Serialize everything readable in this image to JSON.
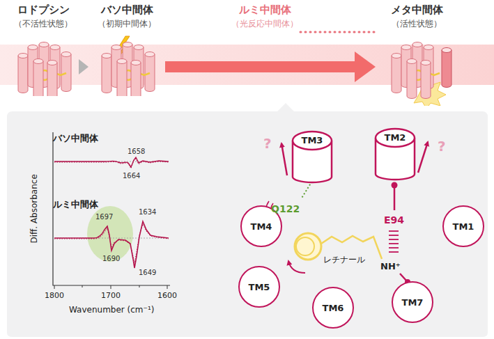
{
  "diagram": {
    "nodes": [
      {
        "text": [
          "ロドプシン",
          "（不活性状態）"
        ]
      },
      {
        "text": [
          "バソ中間体",
          "（初期中間体）"
        ]
      },
      {
        "text": [
          "ルミ中間体",
          "（光反応中間体）"
        ]
      },
      {
        "text": [
          "メタ中間体",
          "（活性状態）"
        ]
      },
      {
        "text": [
          "TM3"
        ]
      },
      {
        "text": [
          "TM2"
        ]
      },
      {
        "text": [
          "TM4"
        ]
      },
      {
        "text": [
          "TM1"
        ]
      },
      {
        "text": [
          "TM5"
        ]
      },
      {
        "text": [
          "TM6"
        ]
      },
      {
        "text": [
          "TM7"
        ]
      }
    ],
    "edges": [
      {
        "from": 0,
        "to": 1,
        "arrow": "to"
      },
      {
        "from": 1,
        "to": 3,
        "arrow": "to"
      },
      {
        "from": 2,
        "to": 3,
        "arrow": "none"
      }
    ],
    "labels": [
      "バソ中間体",
      "1658",
      "1664",
      "ルミ中間体",
      "1697",
      "1690",
      "1634",
      "1649",
      "Diff. Absorbance",
      "1800",
      "1700",
      "1600",
      "Wavenumber (cm⁻¹)",
      "?",
      "Q122",
      "?",
      "E94",
      "NH⁺",
      "レチナール"
    ]
  }
}
